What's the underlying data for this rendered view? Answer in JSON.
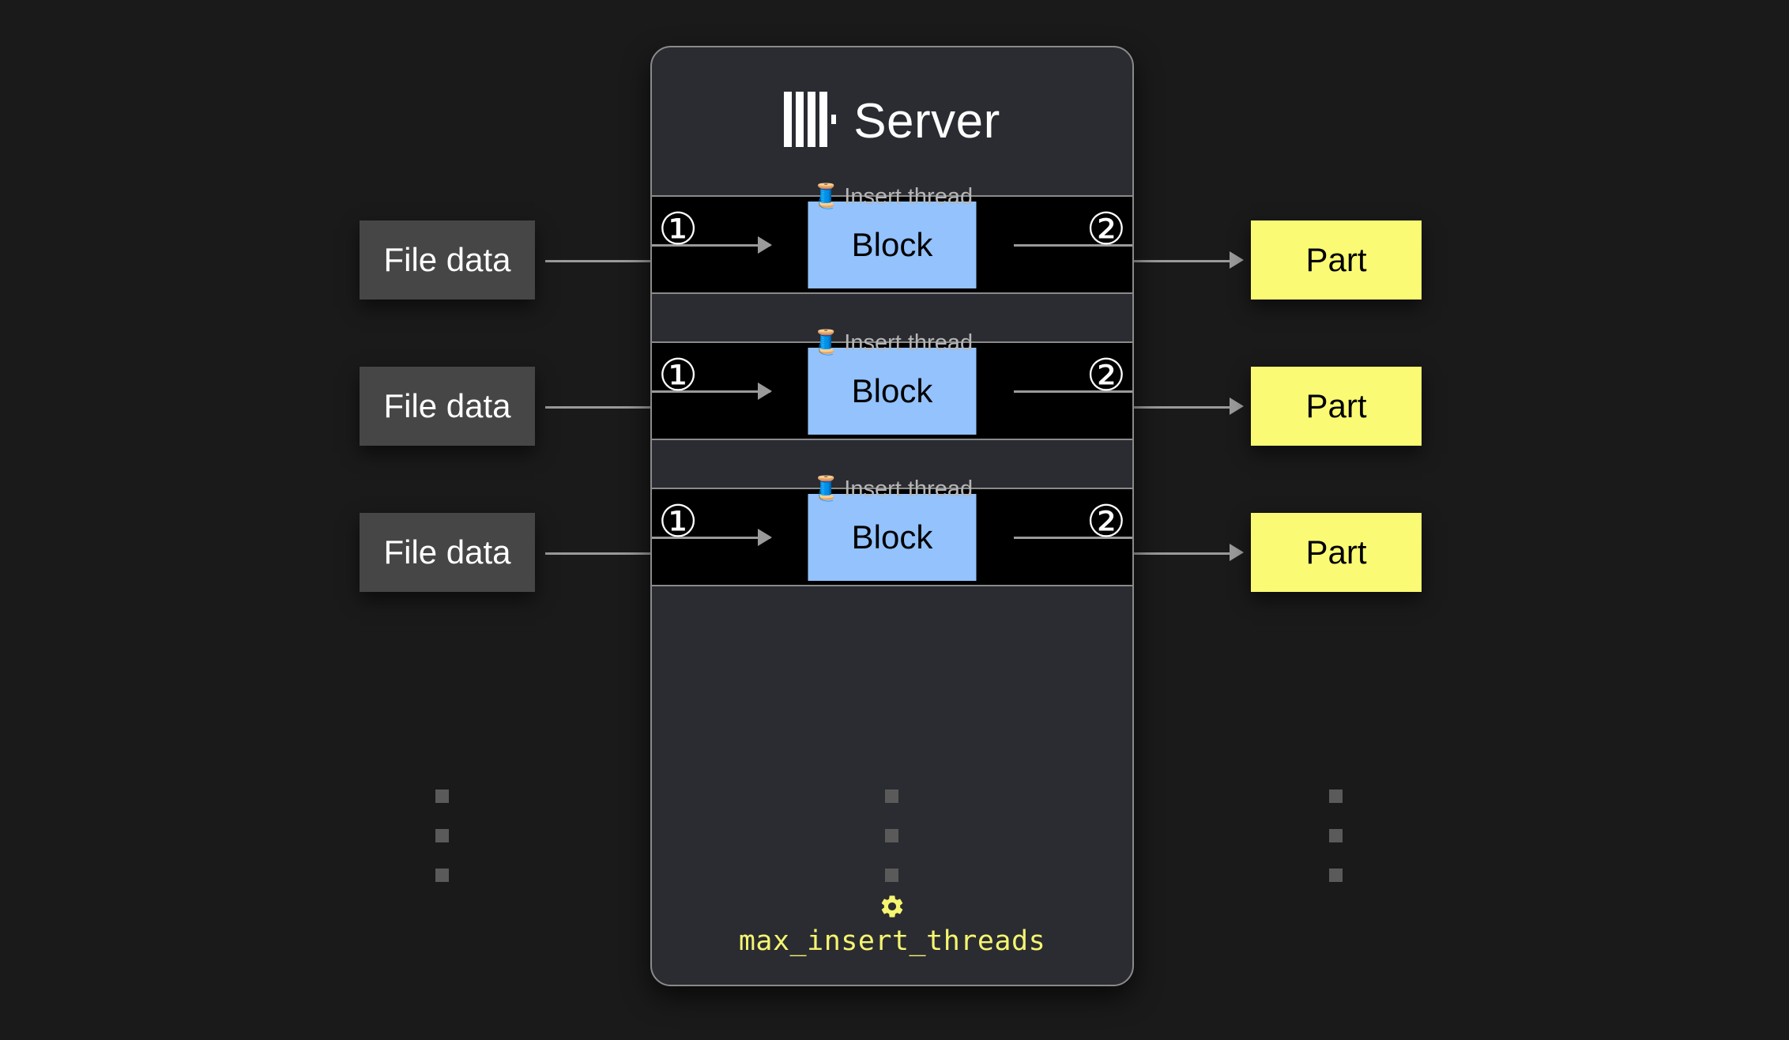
{
  "page": {
    "background_color": "#1a1a1a",
    "title": "ClickHouse Server insert threads diagram"
  },
  "server": {
    "title": "Server",
    "logo_icon": "clickhouse-logo-icon",
    "border_color": "#8a8a8a",
    "background_color": "#2b2c31"
  },
  "threads": [
    {
      "label": "Insert thread",
      "icon": "thread-spool-icon",
      "icon_glyph": "🧵",
      "block_label": "Block",
      "block_color": "#93c2fd",
      "step_in": "①",
      "step_out": "②"
    },
    {
      "label": "Insert thread",
      "icon": "thread-spool-icon",
      "icon_glyph": "🧵",
      "block_label": "Block",
      "block_color": "#93c2fd",
      "step_in": "①",
      "step_out": "②"
    },
    {
      "label": "Insert thread",
      "icon": "thread-spool-icon",
      "icon_glyph": "🧵",
      "block_label": "Block",
      "block_color": "#93c2fd",
      "step_in": "①",
      "step_out": "②"
    }
  ],
  "inputs": [
    {
      "label": "File data",
      "color": "#464646"
    },
    {
      "label": "File data",
      "color": "#464646"
    },
    {
      "label": "File data",
      "color": "#464646"
    }
  ],
  "outputs": [
    {
      "label": "Part",
      "color": "#fafa74"
    },
    {
      "label": "Part",
      "color": "#fafa74"
    },
    {
      "label": "Part",
      "color": "#fafa74"
    }
  ],
  "ellipsis": {
    "dot_count": 3,
    "dot_color": "#5a5a5a",
    "columns": [
      "input-column",
      "server-column",
      "output-column"
    ]
  },
  "setting": {
    "icon": "gear-icon",
    "name": "max_insert_threads",
    "color": "#f5f571"
  }
}
